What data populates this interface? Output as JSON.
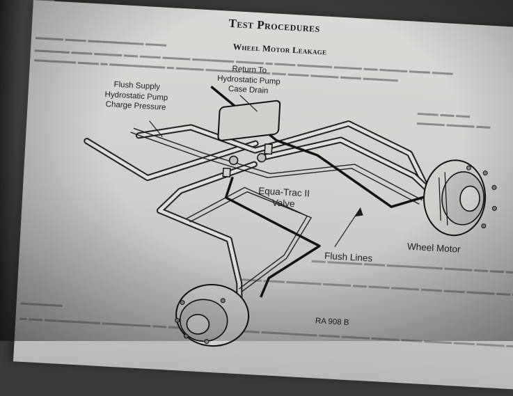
{
  "header": {
    "title": "Test Procedures",
    "subtitle": "Wheel Motor Leakage"
  },
  "diagram": {
    "labels": {
      "flush_supply": [
        "Flush Supply",
        "Hydrostatic Pump",
        "Charge Pressure"
      ],
      "return_to": [
        "Return To",
        "Hydrostatic Pump",
        "Case Drain"
      ],
      "valve": [
        "Equa-Trac II",
        "Valve"
      ],
      "flush_lines": "Flush Lines",
      "wheel_motor": "Wheel Motor"
    },
    "figure_id": "RA 908 B"
  }
}
